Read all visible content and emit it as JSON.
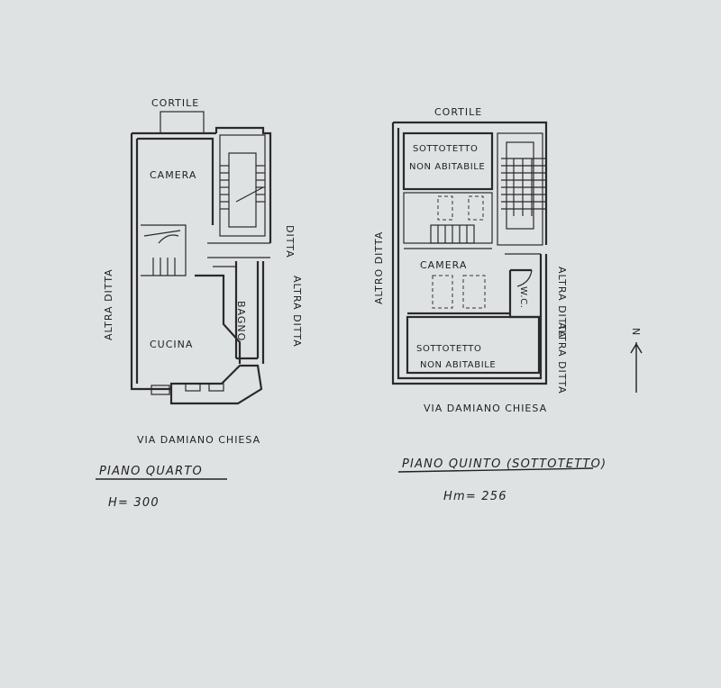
{
  "floor_4": {
    "top_label": "CORTILE",
    "rooms": {
      "camera": "CAMERA",
      "cucina": "CUCINA",
      "bagno": "BAGNO"
    },
    "side_left": "ALTRA DITTA",
    "side_right_top": "DITTA",
    "side_right_bottom": "ALTRA DITTA",
    "street": "VIA DAMIANO CHIESA",
    "title": "PIANO QUARTO",
    "height": "H= 300"
  },
  "floor_5": {
    "top_label": "CORTILE",
    "rooms": {
      "sottotetto_top_1": "SOTTOTETTO",
      "sottotetto_top_2": "NON ABITABILE",
      "camera": "CAMERA",
      "wc": "W.C.",
      "sottotetto_bottom_1": "SOTTOTETTO",
      "sottotetto_bottom_2": "NON ABITABILE"
    },
    "side_left": "ALTRO DITTA",
    "side_right_top": "ALTRA DITTA",
    "side_right_bottom": "ALTRA DITTA",
    "street": "VIA DAMIANO CHIESA",
    "title": "PIANO QUINTO (SOTTOTETTO)",
    "height": "Hm= 256"
  },
  "north_arrow": {
    "letter": "N"
  }
}
